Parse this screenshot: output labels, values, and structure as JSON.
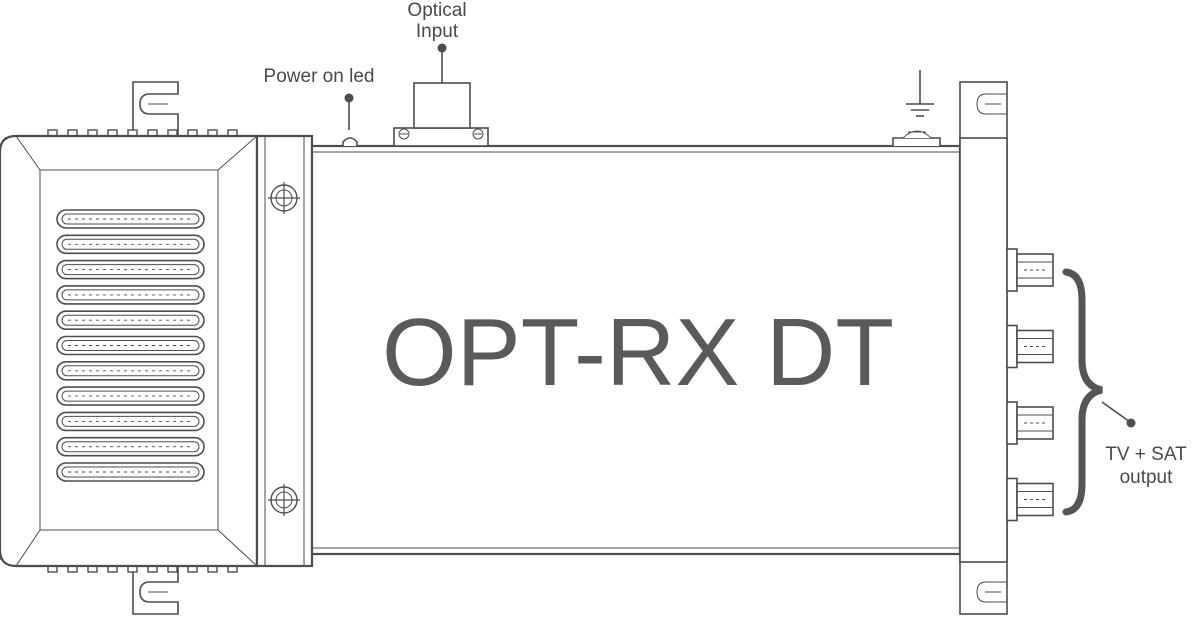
{
  "diagram": {
    "model_label": "OPT-RX DT",
    "labels": {
      "optical_input_line1": "Optical",
      "optical_input_line2": "Input",
      "power_led": "Power on led",
      "output_line1": "TV + SAT",
      "output_line2": "output"
    },
    "counts": {
      "vent_slots": 11,
      "output_connectors": 4
    },
    "colors": {
      "stroke": "#4d4d4d",
      "text": "#4a4a4a",
      "model_text": "#5a5a5a",
      "background": "#ffffff"
    },
    "icons": {
      "ground": "ground-symbol-icon",
      "screw": "crosshair-screw-icon"
    }
  }
}
